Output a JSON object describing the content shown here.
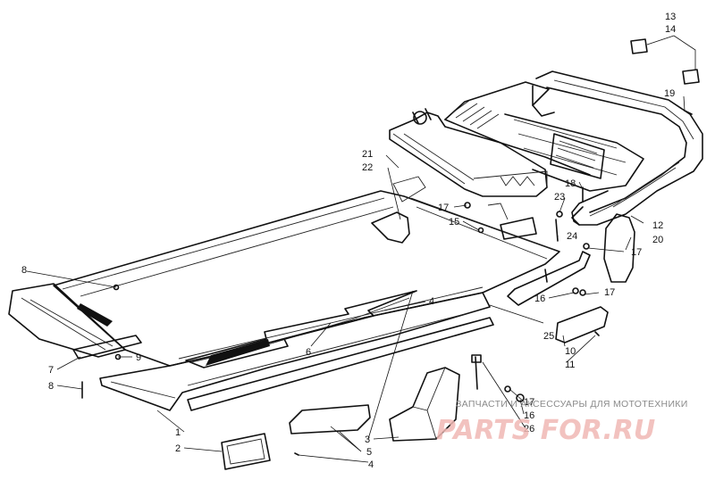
{
  "callouts": [
    {
      "id": "c13",
      "text": "13"
    },
    {
      "id": "c14",
      "text": "14"
    },
    {
      "id": "c19",
      "text": "19"
    },
    {
      "id": "c21",
      "text": "21"
    },
    {
      "id": "c22",
      "text": "22"
    },
    {
      "id": "c18",
      "text": "18"
    },
    {
      "id": "c23",
      "text": "23"
    },
    {
      "id": "c17a",
      "text": "17"
    },
    {
      "id": "c15",
      "text": "15"
    },
    {
      "id": "c12",
      "text": "12"
    },
    {
      "id": "c24",
      "text": "24"
    },
    {
      "id": "c20",
      "text": "20"
    },
    {
      "id": "c17b",
      "text": "17"
    },
    {
      "id": "c8a",
      "text": "8"
    },
    {
      "id": "c16a",
      "text": "16"
    },
    {
      "id": "c17c",
      "text": "17"
    },
    {
      "id": "c4a",
      "text": "4"
    },
    {
      "id": "c25",
      "text": "25"
    },
    {
      "id": "c10",
      "text": "10"
    },
    {
      "id": "c6",
      "text": "6"
    },
    {
      "id": "c11",
      "text": "11"
    },
    {
      "id": "c9",
      "text": "9"
    },
    {
      "id": "c7",
      "text": "7"
    },
    {
      "id": "c8b",
      "text": "8"
    },
    {
      "id": "c17d",
      "text": "17"
    },
    {
      "id": "c16b",
      "text": "16"
    },
    {
      "id": "c26",
      "text": "26"
    },
    {
      "id": "c1",
      "text": "1"
    },
    {
      "id": "c3",
      "text": "3"
    },
    {
      "id": "c2",
      "text": "2"
    },
    {
      "id": "c5",
      "text": "5"
    },
    {
      "id": "c4b",
      "text": "4"
    }
  ],
  "watermark": {
    "caption": "ЗАПЧАСТИ И АКСЕССУАРЫ ДЛЯ МОТОТЕХНИКИ",
    "site": "PARTS FOR.RU"
  },
  "colors": {
    "line": "#111111",
    "watermark_caption": "#8a8a8a",
    "watermark_logo": "#f0b8b4"
  }
}
